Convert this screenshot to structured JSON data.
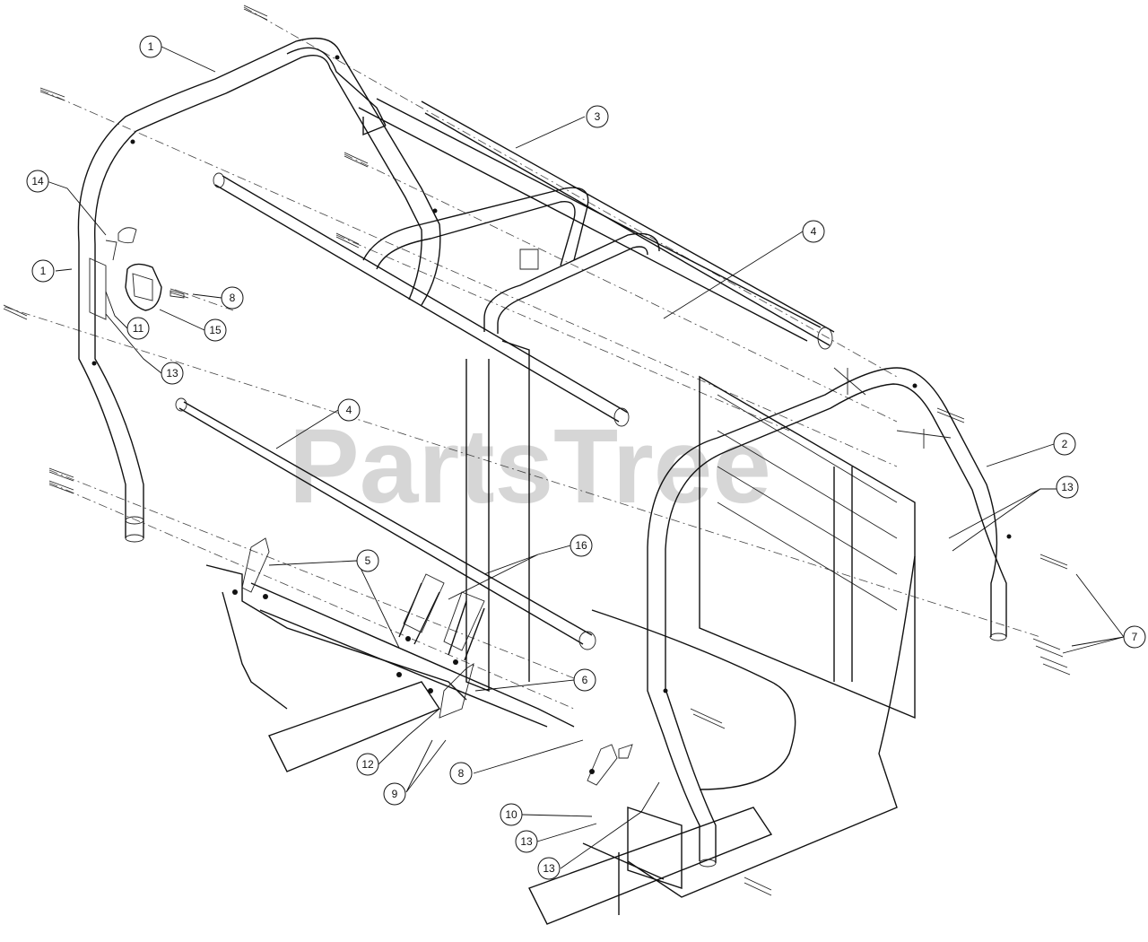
{
  "watermark": "PartsTree",
  "callouts": [
    {
      "label": "1"
    },
    {
      "label": "14"
    },
    {
      "label": "1"
    },
    {
      "label": "11"
    },
    {
      "label": "15"
    },
    {
      "label": "8"
    },
    {
      "label": "13"
    },
    {
      "label": "3"
    },
    {
      "label": "4"
    },
    {
      "label": "4"
    },
    {
      "label": "2"
    },
    {
      "label": "13"
    },
    {
      "label": "7"
    },
    {
      "label": "16"
    },
    {
      "label": "5"
    },
    {
      "label": "6"
    },
    {
      "label": "12"
    },
    {
      "label": "8"
    },
    {
      "label": "9"
    },
    {
      "label": "10"
    },
    {
      "label": "13"
    },
    {
      "label": "13"
    }
  ]
}
